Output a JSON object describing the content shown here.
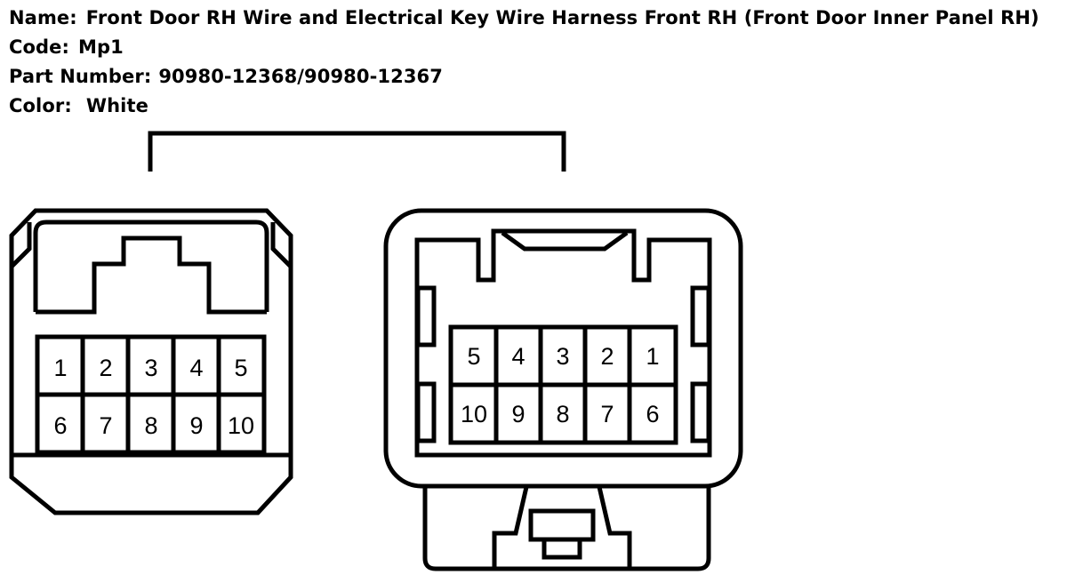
{
  "info": {
    "name_label": "Name:",
    "name_value": "Front Door RH Wire and Electrical Key Wire Harness Front RH (Front Door Inner Panel RH)",
    "code_label": "Code:",
    "code_value": "Mp1",
    "part_label": "Part Number:",
    "part_value": "90980-12368/90980-12367",
    "color_label": "Color:",
    "color_value": "White"
  },
  "connectors": {
    "left": {
      "top_row": [
        "1",
        "2",
        "3",
        "4",
        "5"
      ],
      "bottom_row": [
        "6",
        "7",
        "8",
        "9",
        "10"
      ]
    },
    "right": {
      "top_row": [
        "5",
        "4",
        "3",
        "2",
        "1"
      ],
      "bottom_row": [
        "10",
        "9",
        "8",
        "7",
        "6"
      ]
    }
  }
}
